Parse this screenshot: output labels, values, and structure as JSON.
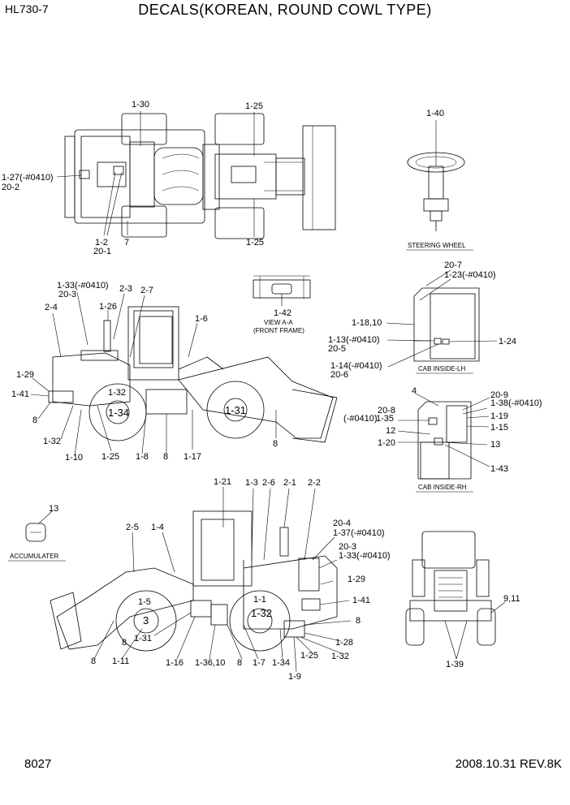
{
  "header": {
    "model": "HL730-7",
    "title": "DECALS(KOREAN, ROUND COWL TYPE)"
  },
  "footer": {
    "page": "8027",
    "date_rev": "2008.10.31  REV.8K"
  },
  "captions": {
    "steering": "STEERING WHEEL",
    "view": "VIEW A-A",
    "front_frame": "(FRONT FRAME)",
    "cab_lh": "CAB INSIDE-LH",
    "cab_rh": "CAB INSIDE-RH",
    "accum": "ACCUMULATER"
  },
  "labels": {
    "top": [
      "1-30",
      "1-25",
      "1-27(-#0410)",
      "20-2",
      "1-2",
      "20-1",
      "7",
      "1-25"
    ],
    "steer": [
      "1-40"
    ],
    "view": [
      "1-42"
    ],
    "side_lh": [
      "1-33(-#0410)",
      "20-3",
      "2-3",
      "2-7",
      "1-26",
      "2-4",
      "1-6",
      "1-29",
      "1-41",
      "1-32",
      "1-34",
      "1-31",
      "8",
      "1-32",
      "1-10",
      "1-25",
      "1-8",
      "8",
      "1-17",
      "8"
    ],
    "cab_lh": [
      "20-7",
      "1-23(-#0410)",
      "1-18,10",
      "1-13(-#0410)",
      "20-5",
      "1-24",
      "1-14(-#0410)",
      "20-6"
    ],
    "cab_rh": [
      "4",
      "20-9",
      "1-38(-#0410)",
      "20-8",
      "(-#0410)",
      "1-35",
      "1-19",
      "1-15",
      "12",
      "1-20",
      "13",
      "1-43"
    ],
    "side_rh": [
      "1-21",
      "1-3",
      "2-6",
      "2-1",
      "2-2",
      "2-5",
      "1-4",
      "20-4",
      "1-37(-#0410)",
      "20-3",
      "1-33(-#0410)",
      "1-29",
      "1-5",
      "3",
      "1-1",
      "1-32",
      "1-41",
      "1-31",
      "8",
      "8",
      "1-11",
      "1-16",
      "1-36,10",
      "8",
      "1-7",
      "1-34",
      "1-25",
      "1-28",
      "1-32",
      "1-9",
      "8"
    ],
    "accum": [
      "13"
    ],
    "rear": [
      "9,11",
      "1-39"
    ]
  }
}
